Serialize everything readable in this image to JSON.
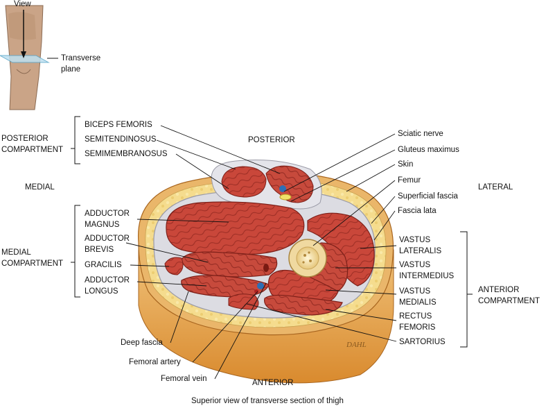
{
  "view_label": "View",
  "plane_label": [
    "Transverse",
    "plane"
  ],
  "orientation": {
    "posterior": "POSTERIOR",
    "anterior": "ANTERIOR",
    "medial": "MEDIAL",
    "lateral": "LATERAL"
  },
  "groups": {
    "posterior": [
      "POSTERIOR",
      "COMPARTMENT"
    ],
    "medial": [
      "MEDIAL",
      "COMPARTMENT"
    ],
    "anterior": [
      "ANTERIOR",
      "COMPARTMENT"
    ]
  },
  "posterior_muscles": {
    "biceps": "BICEPS FEMORIS",
    "semitendinosus": "SEMITENDINOSUS",
    "semimembranosus": "SEMIMEMBRANOSUS"
  },
  "medial_muscles": {
    "adductor_magnus": [
      "ADDUCTOR",
      "MAGNUS"
    ],
    "adductor_brevis": [
      "ADDUCTOR",
      "BREVIS"
    ],
    "gracilis": "GRACILIS",
    "adductor_longus": [
      "ADDUCTOR",
      "LONGUS"
    ]
  },
  "right_labels": {
    "sciatic_nerve": "Sciatic nerve",
    "gluteus_maximus": "Gluteus maximus",
    "skin": "Skin",
    "femur": "Femur",
    "superficial_fascia": "Superficial fascia",
    "fascia_lata": "Fascia lata"
  },
  "anterior_muscles": {
    "vastus_lateralis": [
      "VASTUS",
      "LATERALIS"
    ],
    "vastus_intermedius": [
      "VASTUS",
      "INTERMEDIUS"
    ],
    "vastus_medialis": [
      "VASTUS",
      "MEDIALIS"
    ],
    "rectus_femoris": [
      "RECTUS",
      "FEMORIS"
    ],
    "sartorius": "SARTORIUS"
  },
  "bottom_labels": {
    "deep_fascia": "Deep fascia",
    "femoral_artery": "Femoral artery",
    "femoral_vein": "Femoral vein"
  },
  "signature": "DAHL",
  "caption": "Superior view of transverse section of thigh",
  "colors": {
    "muscle": "#c9473a",
    "muscle_dark": "#8e2a22",
    "fat": "#f3d98a",
    "skin": "#e8a64c",
    "fascia": "#d8d8de",
    "bone": "#f4e3b0",
    "line": "#111111"
  }
}
